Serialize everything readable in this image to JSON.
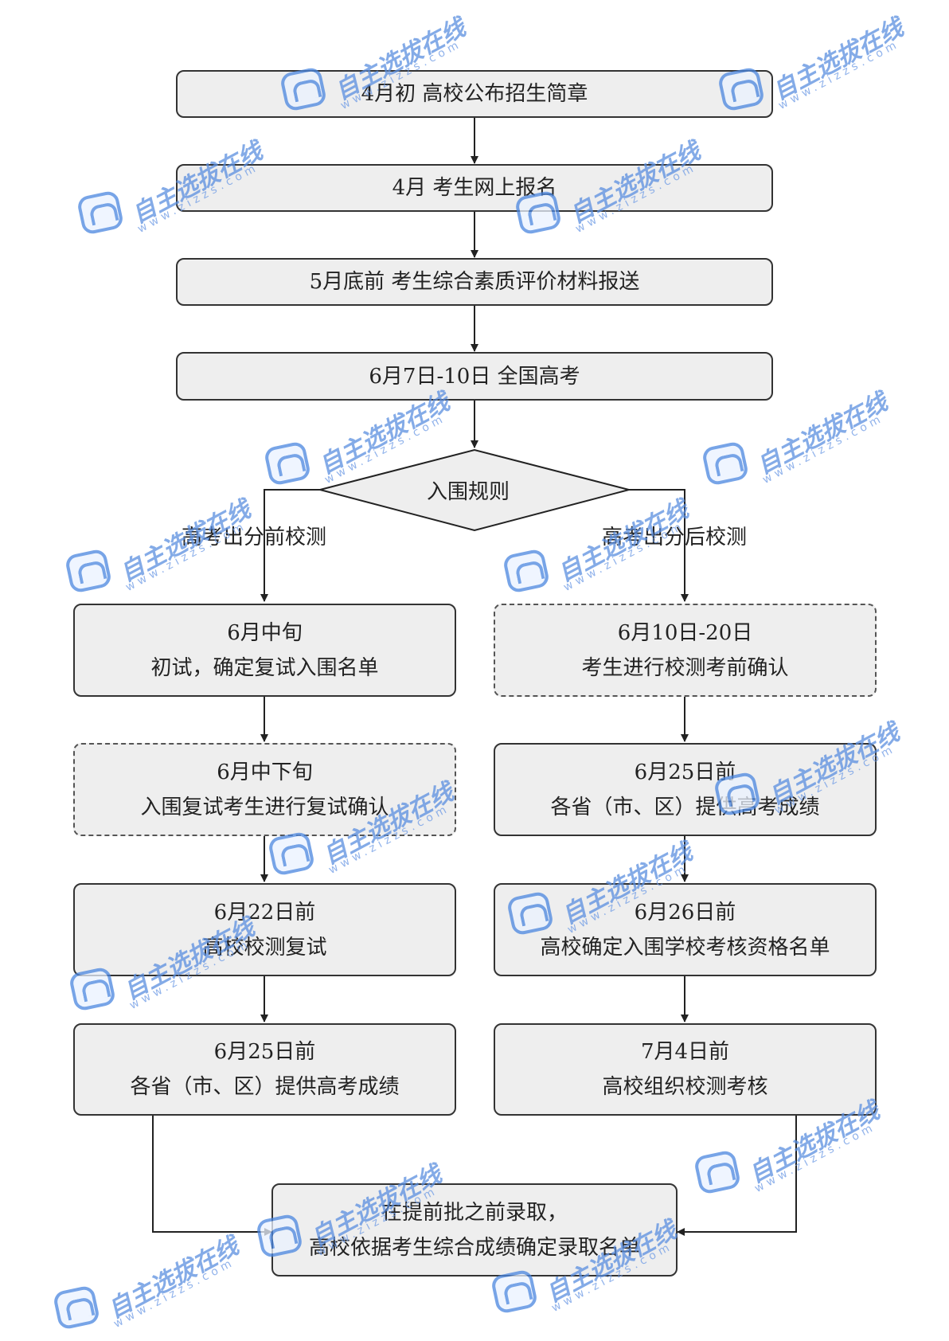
{
  "steps": {
    "s1": "4月初 高校公布招生简章",
    "s2": "4月 考生网上报名",
    "s3": "5月底前 考生综合素质评价材料报送",
    "s4": "6月7日-10日 全国高考"
  },
  "decision": {
    "label": "入围规则"
  },
  "branches": {
    "left": "高考出分前校测",
    "right": "高考出分后校测"
  },
  "left_col": [
    {
      "date": "6月中旬",
      "desc": "初试，确定复试入围名单",
      "dashed": false
    },
    {
      "date": "6月中下旬",
      "desc": "入围复试考生进行复试确认",
      "dashed": true
    },
    {
      "date": "6月22日前",
      "desc": "高校校测复试",
      "dashed": false
    },
    {
      "date": "6月25日前",
      "desc": "各省（市、区）提供高考成绩",
      "dashed": false
    }
  ],
  "right_col": [
    {
      "date": "6月10日-20日",
      "desc": "考生进行校测考前确认",
      "dashed": true
    },
    {
      "date": "6月25日前",
      "desc": "各省（市、区）提供高考成绩",
      "dashed": false
    },
    {
      "date": "6月26日前",
      "desc": "高校确定入围学校考核资格名单",
      "dashed": false
    },
    {
      "date": "7月4日前",
      "desc": "高校组织校测考核",
      "dashed": false
    }
  ],
  "final": {
    "line1": "在提前批之前录取，",
    "line2": "高校依据考生综合成绩确定录取名单"
  },
  "watermark": {
    "brand": "自主选拔在线",
    "site": "www.zizzs.com"
  }
}
